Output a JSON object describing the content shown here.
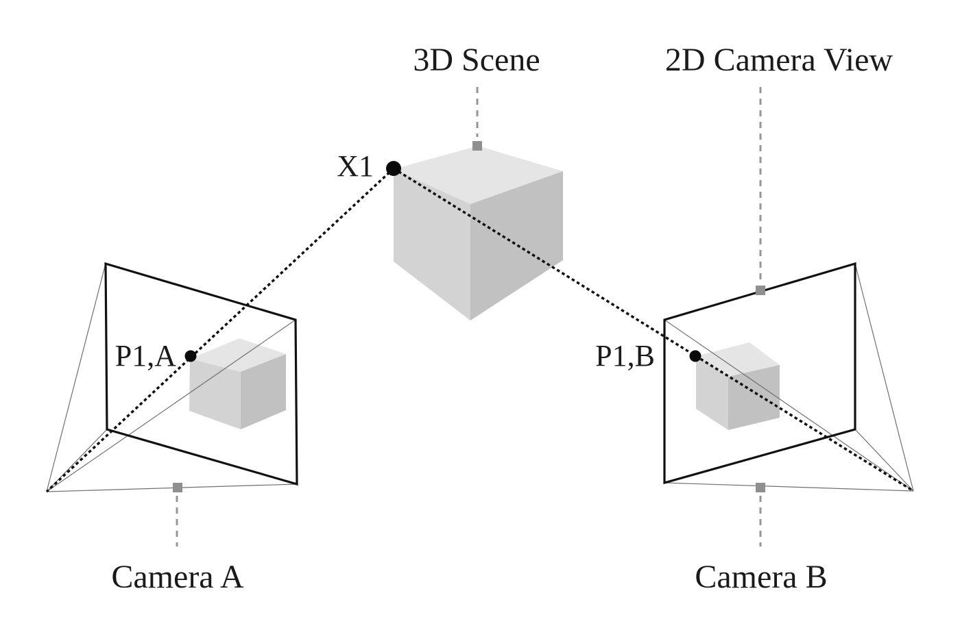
{
  "diagram": {
    "type": "stereo-vision-epipolar-diagram",
    "labels": {
      "scene_title": "3D Scene",
      "camera_view_title": "2D Camera View",
      "x1": "X1",
      "p1a": "P1,A",
      "p1b": "P1,B",
      "camera_a": "Camera A",
      "camera_b": "Camera B"
    },
    "points": {
      "x1_description": "3D point on top-left corner of scene cube",
      "p1a_description": "projection of X1 on Camera A image plane",
      "p1b_description": "projection of X1 on Camera B image plane"
    },
    "colors": {
      "background": "#ffffff",
      "cube_top": "#e5e5e5",
      "cube_left": "#d3d3d3",
      "cube_right": "#c1c1c1",
      "plane_stroke": "#111111",
      "frustum_line": "#6f6f6f",
      "ray_dotted": "#111111",
      "leader_dashed": "#969696",
      "marker": "#8f8f8f",
      "point": "#0a0a0a",
      "text": "#1a1a1a"
    }
  }
}
